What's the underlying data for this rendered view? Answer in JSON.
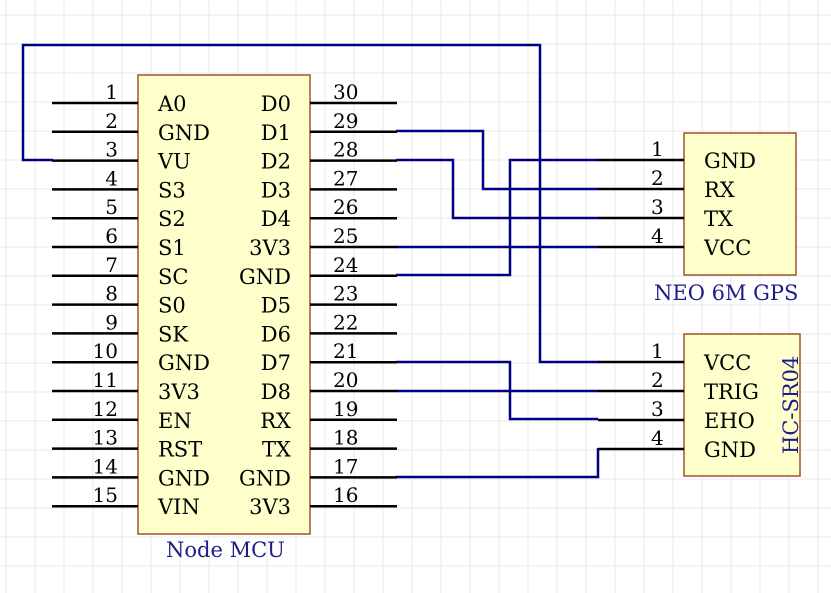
{
  "colors": {
    "background": "#ffffff",
    "grid": "#e9e9e9",
    "body_fill": "#ffffcc",
    "body_stroke": "#a0522d",
    "wire": "#000080",
    "designator": "#1c1c8c",
    "pin_line": "#000000"
  },
  "nodemcu": {
    "name": "Node MCU",
    "left_pins": [
      {
        "num": "1",
        "label": "A0"
      },
      {
        "num": "2",
        "label": "GND"
      },
      {
        "num": "3",
        "label": "VU"
      },
      {
        "num": "4",
        "label": "S3"
      },
      {
        "num": "5",
        "label": "S2"
      },
      {
        "num": "6",
        "label": "S1"
      },
      {
        "num": "7",
        "label": "SC"
      },
      {
        "num": "8",
        "label": "S0"
      },
      {
        "num": "9",
        "label": "SK"
      },
      {
        "num": "10",
        "label": "GND"
      },
      {
        "num": "11",
        "label": "3V3"
      },
      {
        "num": "12",
        "label": "EN"
      },
      {
        "num": "13",
        "label": "RST"
      },
      {
        "num": "14",
        "label": "GND"
      },
      {
        "num": "15",
        "label": "VIN"
      }
    ],
    "right_pins": [
      {
        "num": "30",
        "label": "D0"
      },
      {
        "num": "29",
        "label": "D1"
      },
      {
        "num": "28",
        "label": "D2"
      },
      {
        "num": "27",
        "label": "D3"
      },
      {
        "num": "26",
        "label": "D4"
      },
      {
        "num": "25",
        "label": "3V3"
      },
      {
        "num": "24",
        "label": "GND"
      },
      {
        "num": "23",
        "label": "D5"
      },
      {
        "num": "22",
        "label": "D6"
      },
      {
        "num": "21",
        "label": "D7"
      },
      {
        "num": "20",
        "label": "D8"
      },
      {
        "num": "19",
        "label": "RX"
      },
      {
        "num": "18",
        "label": "TX"
      },
      {
        "num": "17",
        "label": "GND"
      },
      {
        "num": "16",
        "label": "3V3"
      }
    ]
  },
  "gps": {
    "name": "NEO 6M GPS",
    "pins": [
      {
        "num": "1",
        "label": "GND"
      },
      {
        "num": "2",
        "label": "RX"
      },
      {
        "num": "3",
        "label": "TX"
      },
      {
        "num": "4",
        "label": "VCC"
      }
    ]
  },
  "sonar": {
    "name": "HC-SR04",
    "pins": [
      {
        "num": "1",
        "label": "VCC"
      },
      {
        "num": "2",
        "label": "TRIG"
      },
      {
        "num": "3",
        "label": "EHO"
      },
      {
        "num": "4",
        "label": "GND"
      }
    ]
  }
}
